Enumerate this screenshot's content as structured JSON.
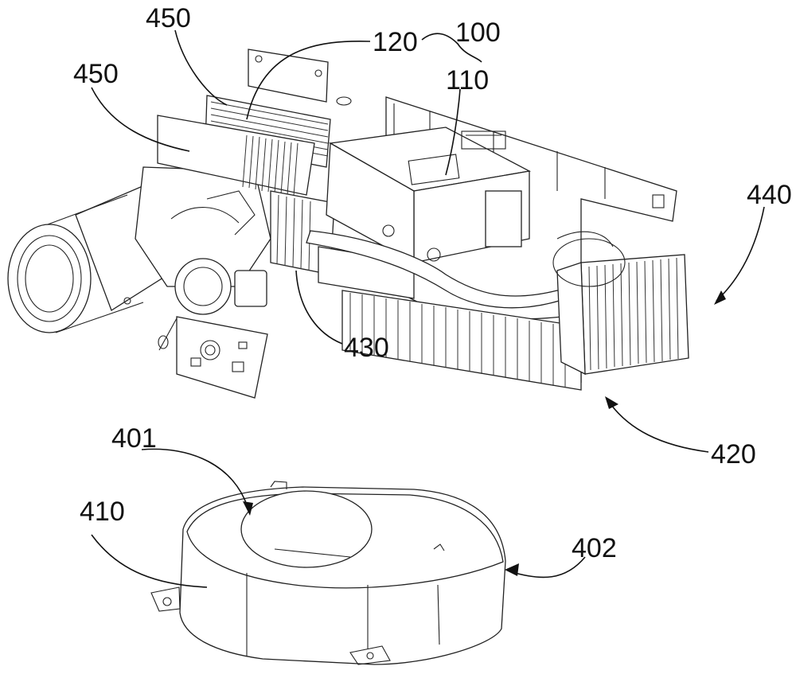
{
  "labels": {
    "l450a": "450",
    "l450b": "450",
    "l120": "120",
    "l100": "100",
    "l110": "110",
    "l440": "440",
    "l430": "430",
    "l420": "420",
    "l401": "401",
    "l410": "410",
    "l402": "402"
  },
  "style": {
    "ink": "#111111",
    "background": "#ffffff"
  }
}
